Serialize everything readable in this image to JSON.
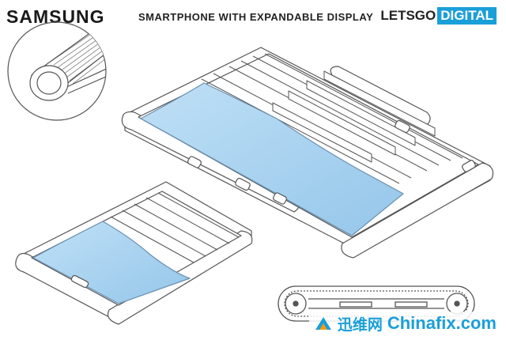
{
  "header": {
    "brand": "SAMSUNG",
    "title": "SMARTPHONE WITH EXPANDABLE DISPLAY",
    "logo_part1": "LETSGO",
    "logo_part2": "DIGITAL"
  },
  "watermark": {
    "icon": "fox-logo-icon",
    "text_cn": "迅维网",
    "text_en": "Chinafix.com"
  },
  "colors": {
    "screen": "#a9d4f1",
    "line": "#555555",
    "logo_accent": "#1a9fd8"
  }
}
